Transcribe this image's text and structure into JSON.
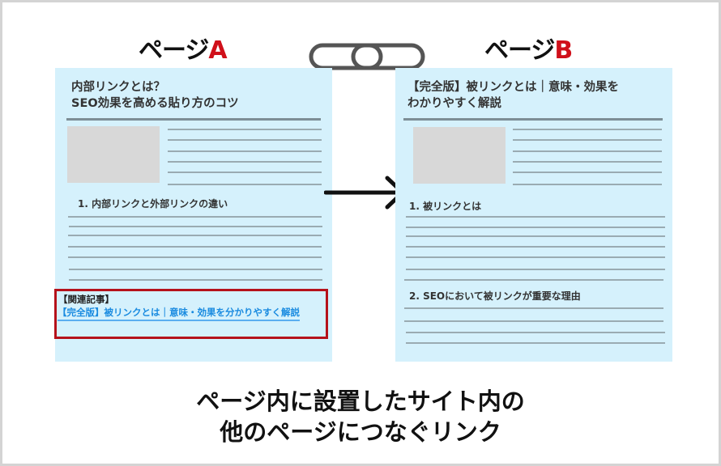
{
  "page_a": {
    "label_prefix": "ページ",
    "label_letter": "A",
    "title": "内部リンクとは？\nSEO効果を高める貼り方のコツ",
    "heading_1": "1. 内部リンクと外部リンクの違い",
    "related": {
      "label": "【関連記事】",
      "link_text": "【完全版】被リンクとは｜意味・効果を分かりやすく解説"
    }
  },
  "page_b": {
    "label_prefix": "ページ",
    "label_letter": "B",
    "title": "【完全版】被リンクとは｜意味・効果を\nわかりやすく解説",
    "heading_1": "1. 被リンクとは",
    "heading_2": "2. SEOにおいて被リンクが重要な理由"
  },
  "icons": {
    "chain": "chain-link-icon",
    "arrow": "arrow-right-icon"
  },
  "caption": "ページ内に設置したサイト内の\n他のページにつなぐリンク",
  "colors": {
    "panel_bg": "#d5f1fc",
    "accent_red": "#d0101a",
    "highlight_border": "#b5121b",
    "link_blue": "#1a8be0",
    "placeholder_gray": "#d8d8d8"
  }
}
